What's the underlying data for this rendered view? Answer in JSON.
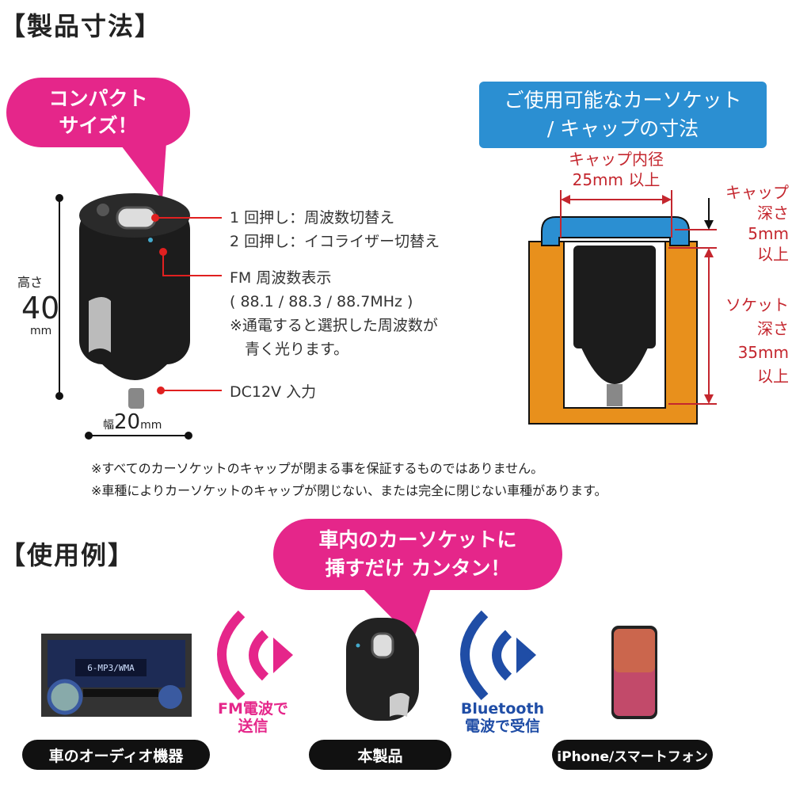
{
  "section1": {
    "title": "【製品寸法】",
    "bubble": [
      "コンパクト",
      "サイズ！"
    ],
    "height_label": "高さ",
    "height_value": "40",
    "height_unit": "mm",
    "width_label": "幅",
    "width_value": "20",
    "width_unit": "mm",
    "callout_button": [
      "1 回押し：周波数切替え",
      "2 回押し：イコライザー切替え"
    ],
    "callout_fm": [
      "FM 周波数表示",
      "( 88.1 / 88.3 / 88.7MHz )",
      "※通電すると選択した周波数が",
      "　青く光ります。"
    ],
    "callout_dc": "DC12V 入力",
    "device_freqs": [
      "88.1",
      "88.3",
      "88.7"
    ]
  },
  "socket": {
    "header": [
      "ご使用可能なカーソケット",
      "/ キャップの寸法"
    ],
    "cap_inner": [
      "キャップ内径",
      "25mm 以上"
    ],
    "cap_depth": [
      "キャップ",
      "深さ",
      "5mm",
      "以上"
    ],
    "socket_depth": [
      "ソケット",
      "深さ",
      "35mm",
      "以上"
    ]
  },
  "notes": [
    "※すべてのカーソケットのキャップが閉まる事を保証するものではありません。",
    "※車種によりカーソケットのキャップが閉じない、または完全に閉じない車種があります。"
  ],
  "section2": {
    "title": "【使用例】",
    "bubble": [
      "車内のカーソケットに",
      "挿すだけ カンタン！"
    ],
    "fm_label": [
      "FM電波で",
      "送信"
    ],
    "bt_label": [
      "Bluetooth",
      "電波で受信"
    ],
    "pills": [
      "車のオーディオ機器",
      "本製品",
      "iPhone/スマートフォン"
    ],
    "stereo_display": "6-MP3/WMA"
  },
  "colors": {
    "pink": "#e5268a",
    "blue_box": "#2b8fd2",
    "orange": "#e8901c",
    "red": "#c4262e",
    "bt_blue": "#1f4da6"
  }
}
